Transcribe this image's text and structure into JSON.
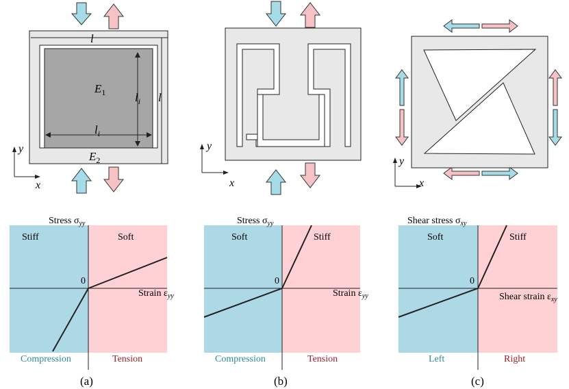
{
  "colors": {
    "compression_blue": "#add8e6",
    "tension_pink": "#ffd0d4",
    "arrow_blue": "#a6dbe8",
    "arrow_pink": "#f7c2c6",
    "panel_gray": "#e8e8e8",
    "inner_gray": "#a6a6a6",
    "label_blue": "#2e8a9a",
    "label_red": "#a0202a"
  },
  "panel_a": {
    "label_l_top": "l",
    "label_l_right": "l",
    "label_li_vertical": "l",
    "label_li_vertical_sub": "i",
    "label_li_horizontal": "l",
    "label_li_horizontal_sub": "i",
    "label_E1": "E",
    "label_E1_sub": "1",
    "label_E2": "E",
    "label_E2_sub": "2",
    "axis_y": "y",
    "axis_x": "x",
    "chart": {
      "ylabel": "Stress σ",
      "ylabel_sub": "yy",
      "xlabel": "Strain ε",
      "xlabel_sub": "yy",
      "origin": "0",
      "left_region": "Stiff",
      "right_region": "Soft",
      "bottom_left": "Compression",
      "bottom_right": "Tension"
    },
    "caption": "(a)"
  },
  "panel_b": {
    "axis_y": "y",
    "axis_x": "x",
    "chart": {
      "ylabel": "Stress σ",
      "ylabel_sub": "yy",
      "xlabel": "Strain ε",
      "xlabel_sub": "yy",
      "origin": "0",
      "left_region": "Soft",
      "right_region": "Stiff",
      "bottom_left": "Compression",
      "bottom_right": "Tension"
    },
    "caption": "(b)"
  },
  "panel_c": {
    "axis_y": "y",
    "axis_x": "x",
    "chart": {
      "ylabel": "Shear stress σ",
      "ylabel_sub": "xy",
      "xlabel": "Shear strain ε",
      "xlabel_sub": "xy",
      "origin": "0",
      "left_region": "Soft",
      "right_region": "Stiff",
      "bottom_left": "Left",
      "bottom_right": "Right"
    },
    "caption": "(c)"
  }
}
